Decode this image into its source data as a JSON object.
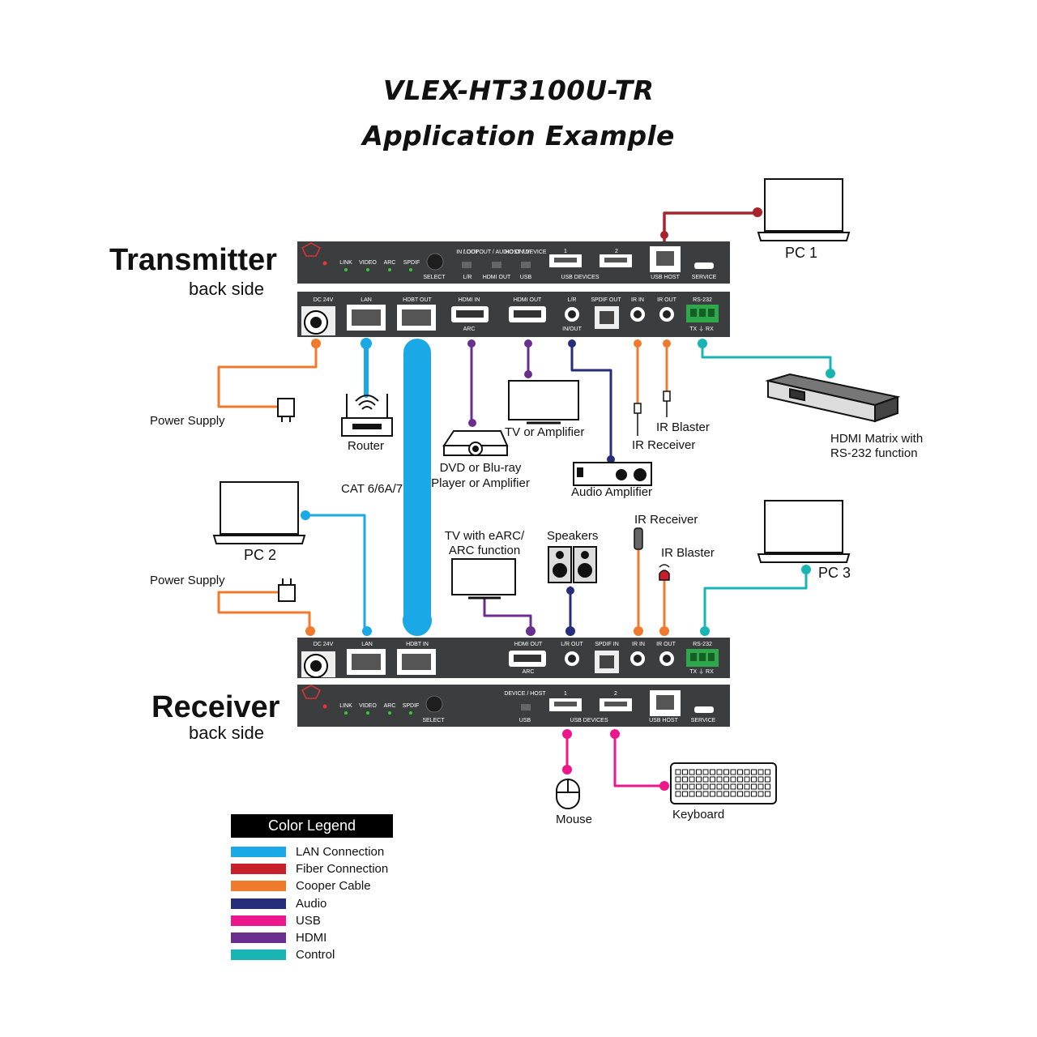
{
  "title": {
    "line1": "VLEX-HT3100U-TR",
    "line2": "Application Example"
  },
  "transmitter": {
    "name": "Transmitter",
    "sub": "back side",
    "top_panel": [
      "LINK",
      "VIDEO",
      "ARC",
      "SPDIF",
      "SELECT",
      "IN / OUT",
      "L/R",
      "LOOPOUT / AUDIO ONLY",
      "HDMI OUT",
      "HOST / DEVICE",
      "USB",
      "1",
      "2",
      "USB DEVICES",
      "USB HOST",
      "SERVICE"
    ],
    "bottom_panel": [
      "DC 24V",
      "LAN",
      "HDBT OUT",
      "HDMI IN",
      "ARC",
      "HDMI OUT",
      "L/R",
      "IN/OUT",
      "SPDIF OUT",
      "IR IN",
      "IR OUT",
      "RS-232",
      "TX ⏚ RX"
    ]
  },
  "receiver": {
    "name": "Receiver",
    "sub": "back side",
    "top_panel": [
      "DC 24V",
      "LAN",
      "HDBT IN",
      "HDMI OUT",
      "ARC",
      "L/R OUT",
      "SPDIF IN",
      "IR IN",
      "IR OUT",
      "RS-232",
      "TX ⏚ RX"
    ],
    "bottom_panel": [
      "LINK",
      "VIDEO",
      "ARC",
      "SPDIF",
      "SELECT",
      "DEVICE / HOST",
      "USB",
      "1",
      "2",
      "USB DEVICES",
      "USB HOST",
      "SERVICE"
    ]
  },
  "devices": {
    "pc1": "PC 1",
    "pc2": "PC 2",
    "pc3": "PC 3",
    "power_supply_tx": "Power Supply",
    "power_supply_rx": "Power Supply",
    "router": "Router",
    "cat": "CAT 6/6A/7",
    "dvd_l1": "DVD or Blu-ray",
    "dvd_l2": "Player or Amplifier",
    "tv_amp": "TV or Amplifier",
    "audio_amp": "Audio Amplifier",
    "ir_blaster_tx": "IR Blaster",
    "ir_receiver_tx": "IR Receiver",
    "matrix_l1": "HDMI Matrix with",
    "matrix_l2": "RS-232 function",
    "tv_earc_l1": "TV with eARC/",
    "tv_earc_l2": "ARC function",
    "speakers": "Speakers",
    "ir_receiver_rx": "IR Receiver",
    "ir_blaster_rx": "IR Blaster",
    "mouse": "Mouse",
    "keyboard": "Keyboard"
  },
  "legend": {
    "title": "Color Legend",
    "items": [
      {
        "label": "LAN Connection",
        "color": "#1aa8e6"
      },
      {
        "label": "Fiber Connection",
        "color": "#c8202a"
      },
      {
        "label": "Cooper Cable",
        "color": "#f07a2c"
      },
      {
        "label": "Audio",
        "color": "#262d7a"
      },
      {
        "label": "USB",
        "color": "#ec178c"
      },
      {
        "label": "HDMI",
        "color": "#6a2e8f"
      },
      {
        "label": "Control",
        "color": "#19b5b5"
      }
    ]
  },
  "colors": {
    "lan": "#1aa8e6",
    "fiber": "#a8232c",
    "copper": "#f07a2c",
    "audio": "#262d7a",
    "usb": "#ec178c",
    "hdmi": "#6a2e8f",
    "control": "#19b5b5",
    "panel": "#3c3d3f"
  }
}
